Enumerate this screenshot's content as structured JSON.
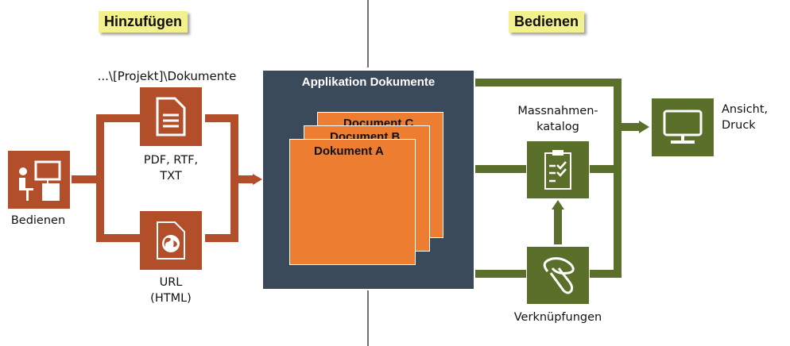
{
  "sections": {
    "add": {
      "title": "Hinzufügen"
    },
    "use": {
      "title": "Bedienen"
    }
  },
  "colors": {
    "add_accent": "#b34e2b",
    "use_accent": "#5a6f2a",
    "app_box": "#3a4a5a",
    "document": "#ed7d31",
    "badge": "#f3f08e"
  },
  "left": {
    "user": {
      "icon": "user-at-computer-icon",
      "label": "Bedienen"
    },
    "path_label": "...\\[Projekt]\\Dokumente",
    "file_source": {
      "icon": "document-icon",
      "label_line1": "PDF, RTF,",
      "label_line2": "TXT"
    },
    "url_source": {
      "icon": "web-document-icon",
      "label_line1": "URL",
      "label_line2": "(HTML)"
    }
  },
  "center": {
    "title": "Applikation Dokumente",
    "documents": [
      "Dokument A",
      "Document B",
      "Document C"
    ]
  },
  "right": {
    "catalog": {
      "icon": "checklist-icon",
      "label_line1": "Massnahmen-",
      "label_line2": "katalog"
    },
    "links": {
      "icon": "link-icon",
      "label": "Verknüpfungen"
    },
    "output": {
      "icon": "monitor-icon",
      "label_line1": "Ansicht,",
      "label_line2": "Druck"
    }
  }
}
